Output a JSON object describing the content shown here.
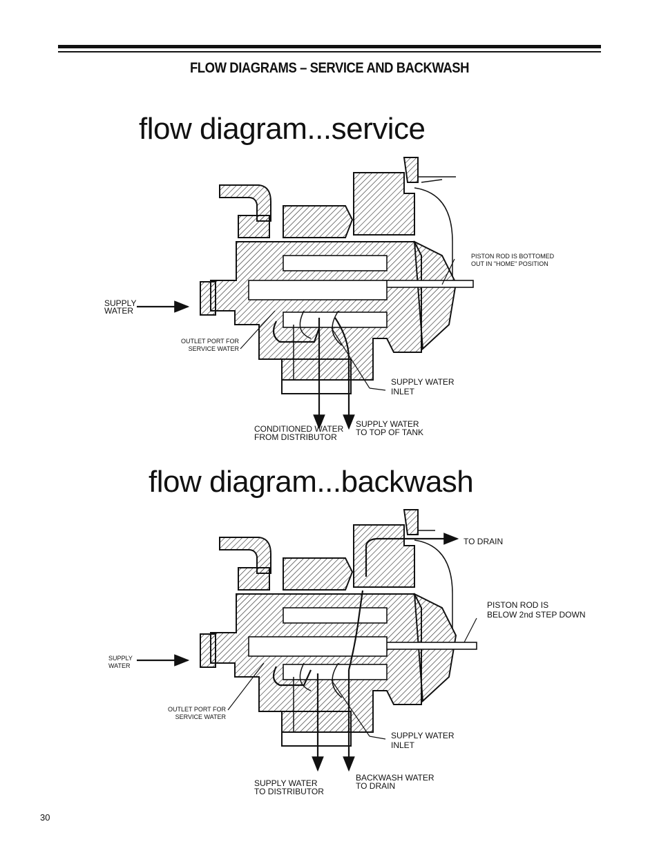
{
  "header": {
    "title": "FLOW DIAGRAMS – SERVICE AND BACKWASH"
  },
  "service": {
    "title": "flow diagram...service",
    "labels": {
      "supply_water_1": "SUPPLY",
      "supply_water_2": "WATER",
      "outlet_1": "OUTLET PORT FOR",
      "outlet_2": "SERVICE WATER",
      "piston_1": "PISTON ROD IS BOTTOMED",
      "piston_2": "OUT IN \"HOME\" POSITION",
      "inlet_1": "SUPPLY WATER",
      "inlet_2": "INLET",
      "conditioned_1": "CONDITIONED WATER",
      "conditioned_2": "FROM DISTRIBUTOR",
      "top_tank_1": "SUPPLY WATER",
      "top_tank_2": "TO TOP OF TANK"
    }
  },
  "backwash": {
    "title": "flow diagram...backwash",
    "labels": {
      "to_drain": "TO DRAIN",
      "piston_1": "PISTON ROD IS",
      "piston_2": "BELOW 2nd STEP DOWN",
      "supply_water_1": "SUPPLY",
      "supply_water_2": "WATER",
      "outlet_1": "OUTLET PORT FOR",
      "outlet_2": "SERVICE WATER",
      "inlet_1": "SUPPLY WATER",
      "inlet_2": "INLET",
      "distributor_1": "SUPPLY WATER",
      "distributor_2": "TO DISTRIBUTOR",
      "backwash_drain_1": "BACKWASH WATER",
      "backwash_drain_2": "TO DRAIN"
    }
  },
  "footer": {
    "page_number": "30"
  }
}
